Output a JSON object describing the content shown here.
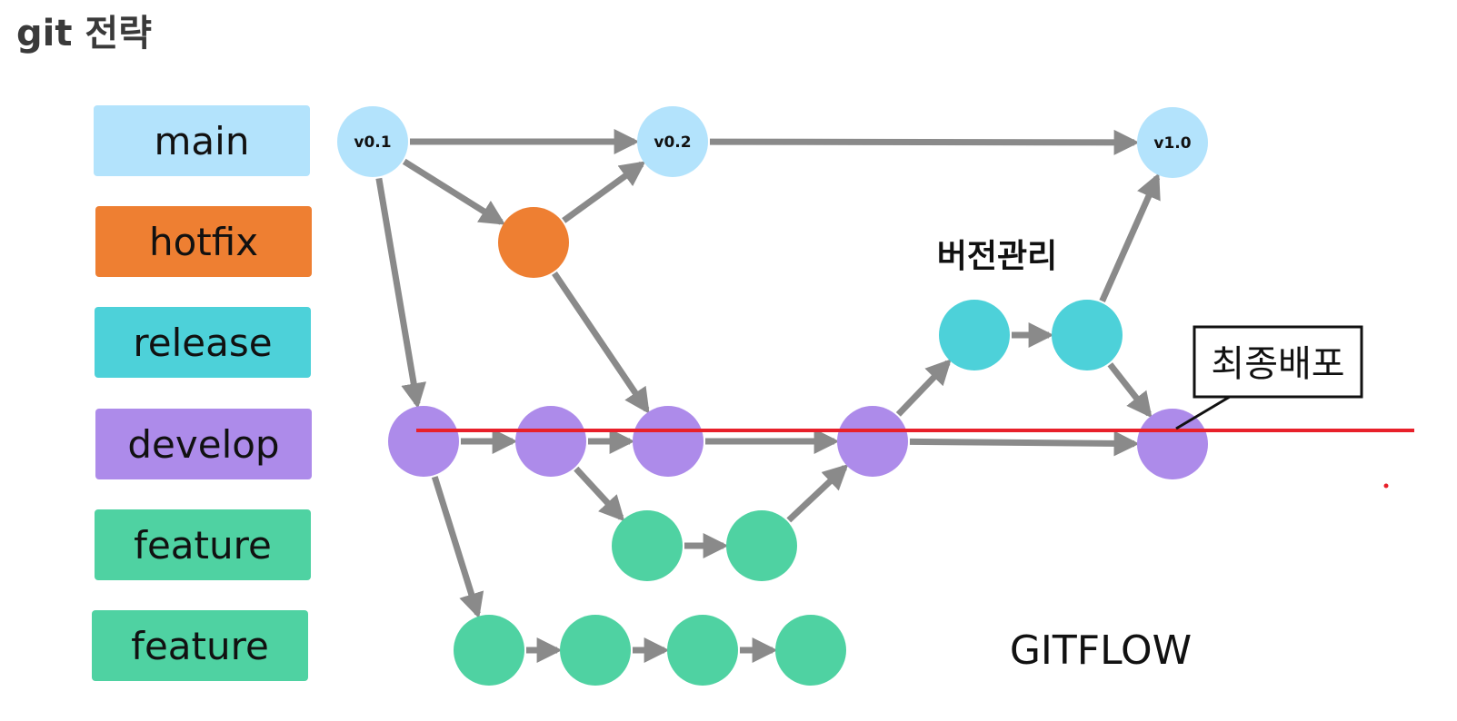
{
  "title": "git 전략",
  "legend": [
    {
      "key": "main",
      "label": "main",
      "color": "#b3e3fc"
    },
    {
      "key": "hotfix",
      "label": "hotfix",
      "color": "#ee7f32"
    },
    {
      "key": "release",
      "label": "release",
      "color": "#4dd1d9"
    },
    {
      "key": "develop",
      "label": "develop",
      "color": "#ad8bea"
    },
    {
      "key": "feature1",
      "label": "feature",
      "color": "#4fd2a2"
    },
    {
      "key": "feature2",
      "label": "feature",
      "color": "#4fd2a2"
    }
  ],
  "nodes": {
    "main_v01": {
      "label": "v0.1",
      "branch": "main"
    },
    "main_v02": {
      "label": "v0.2",
      "branch": "main"
    },
    "main_v10": {
      "label": "v1.0",
      "branch": "main"
    },
    "hotfix_1": {
      "label": "",
      "branch": "hotfix"
    },
    "release_1": {
      "label": "",
      "branch": "release"
    },
    "release_2": {
      "label": "",
      "branch": "release"
    },
    "develop_1": {
      "label": "",
      "branch": "develop"
    },
    "develop_2": {
      "label": "",
      "branch": "develop"
    },
    "develop_3": {
      "label": "",
      "branch": "develop"
    },
    "develop_4": {
      "label": "",
      "branch": "develop"
    },
    "develop_5": {
      "label": "",
      "branch": "develop"
    },
    "featureA_1": {
      "label": "",
      "branch": "feature1"
    },
    "featureA_2": {
      "label": "",
      "branch": "feature1"
    },
    "featureB_1": {
      "label": "",
      "branch": "feature2"
    },
    "featureB_2": {
      "label": "",
      "branch": "feature2"
    },
    "featureB_3": {
      "label": "",
      "branch": "feature2"
    },
    "featureB_4": {
      "label": "",
      "branch": "feature2"
    }
  },
  "edges": [
    [
      "main_v01",
      "main_v02"
    ],
    [
      "main_v02",
      "main_v10"
    ],
    [
      "main_v01",
      "hotfix_1"
    ],
    [
      "hotfix_1",
      "main_v02"
    ],
    [
      "hotfix_1",
      "develop_3"
    ],
    [
      "main_v01",
      "develop_1"
    ],
    [
      "develop_1",
      "develop_2"
    ],
    [
      "develop_2",
      "develop_3"
    ],
    [
      "develop_3",
      "develop_4"
    ],
    [
      "develop_4",
      "develop_5"
    ],
    [
      "develop_2",
      "featureA_1"
    ],
    [
      "featureA_1",
      "featureA_2"
    ],
    [
      "featureA_2",
      "develop_4"
    ],
    [
      "develop_1",
      "featureB_1"
    ],
    [
      "featureB_1",
      "featureB_2"
    ],
    [
      "featureB_2",
      "featureB_3"
    ],
    [
      "featureB_3",
      "featureB_4"
    ],
    [
      "develop_4",
      "release_1"
    ],
    [
      "release_1",
      "release_2"
    ],
    [
      "release_2",
      "main_v10"
    ],
    [
      "release_2",
      "develop_5"
    ]
  ],
  "annotations": {
    "version_management": "버전관리",
    "final_release": "최종배포",
    "gitflow": "GITFLOW"
  },
  "colors": {
    "arrow": "#8a8a8a",
    "red_line": "#e8202a",
    "callout_border": "#111111"
  }
}
